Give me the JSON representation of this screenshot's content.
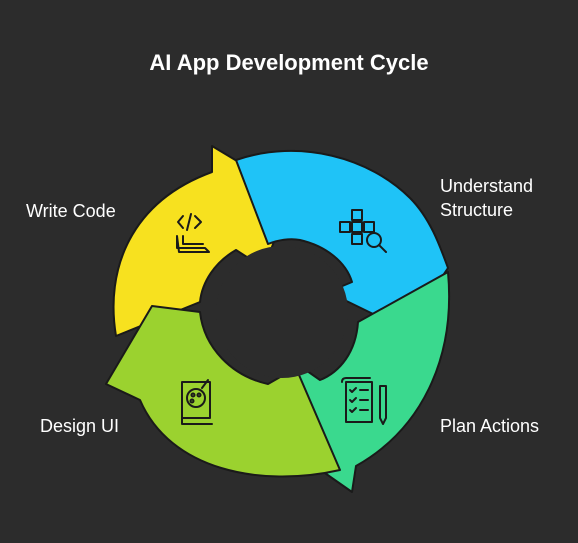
{
  "title": "AI App Development Cycle",
  "steps": [
    {
      "label": "Write Code",
      "color": "#f7e11f",
      "icon": "code-laptop-icon"
    },
    {
      "label": "Understand\nStructure",
      "color": "#1fc3f7",
      "icon": "structure-search-icon"
    },
    {
      "label": "Plan Actions",
      "color": "#3ad98e",
      "icon": "checklist-scroll-icon"
    },
    {
      "label": "Design UI",
      "color": "#9bd22f",
      "icon": "design-book-palette-icon"
    }
  ],
  "colors": {
    "background": "#2c2c2c",
    "outline": "#1a1a1a",
    "text": "#ffffff"
  }
}
